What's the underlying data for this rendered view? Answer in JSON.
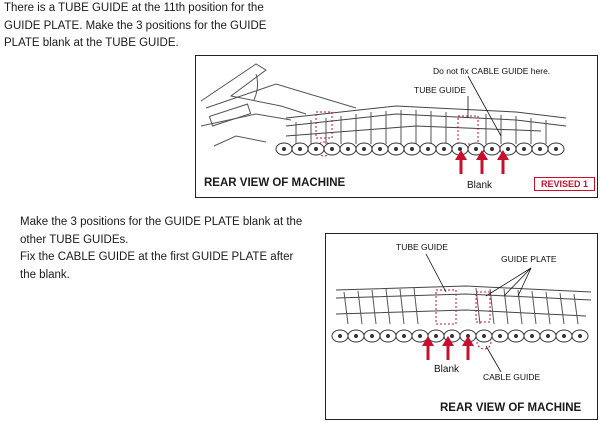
{
  "instruction1": {
    "lines": [
      "There is a TUBE GUIDE at the 11th position for the",
      "GUIDE PLATE. Make the 3 positions for the GUIDE",
      "PLATE blank at the TUBE GUIDE."
    ]
  },
  "figure1": {
    "caption": "REAR VIEW OF MACHINE",
    "note": "Do not fix CABLE GUIDE here.",
    "tube_guide_label": "TUBE GUIDE",
    "blank_label": "Blank",
    "revision_badge": "REVISED 1",
    "accent_color": "#c8102e"
  },
  "instruction2": {
    "lines": [
      "Make the 3 positions for the GUIDE PLATE blank at the",
      "other TUBE GUIDEs.",
      "Fix the CABLE GUIDE at the first GUIDE PLATE after",
      "the blank."
    ]
  },
  "figure2": {
    "caption": "REAR VIEW OF MACHINE",
    "tube_guide_label": "TUBE GUIDE",
    "guide_plate_label": "GUIDE PLATE",
    "blank_label": "Blank",
    "cable_guide_label": "CABLE GUIDE",
    "accent_color": "#c8102e"
  }
}
